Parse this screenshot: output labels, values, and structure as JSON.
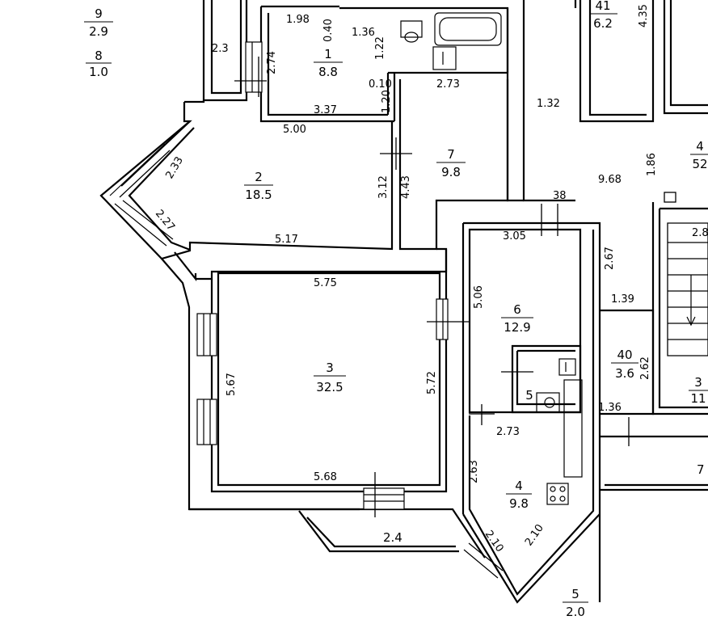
{
  "rooms": [
    {
      "num": "1",
      "area": "8.8"
    },
    {
      "num": "2",
      "area": "18.5"
    },
    {
      "num": "3",
      "area": "32.5"
    },
    {
      "num": "4",
      "area": "9.8"
    },
    {
      "num": "5",
      "area": ""
    },
    {
      "num": "6",
      "area": "12.9"
    },
    {
      "num": "7",
      "area": "9.8"
    },
    {
      "num": "8",
      "area": "1.0"
    },
    {
      "num": "9",
      "area": "2.9"
    },
    {
      "num": "40",
      "area": "3.6"
    },
    {
      "num": "41",
      "area": "6.2"
    },
    {
      "num": "5",
      "area": "2.0"
    },
    {
      "num": "4",
      "area": "52"
    },
    {
      "num": "3",
      "area": "11"
    }
  ],
  "dims": {
    "r1_top": "1.98",
    "r1_right": "0.40",
    "r1_ws": "1.36",
    "r1_bottom": "3.37",
    "balc_left": "2.74",
    "balc_w": "2.3",
    "bath_a": "1.22",
    "bath_b": "0.10",
    "bath_c": "1.20",
    "bath_w": "2.73",
    "r2_top": "5.00",
    "r2_a": "2.33",
    "r2_b": "2.27",
    "r2_right": "3.12",
    "r2_bottom": "5.17",
    "r7_h": "4.43",
    "hall_top": "1.32",
    "hall_len": "9.68",
    "hall_h": "1.86",
    "hall_w": "38",
    "hall_v": "2.67",
    "r3_top": "5.75",
    "r3_left": "5.67",
    "r3_right": "5.72",
    "r3_bottom": "5.68",
    "r6_top": "3.05",
    "r6_left": "5.06",
    "r5_w": "2.73",
    "r4_left": "2.63",
    "r4_a": "2.10",
    "r4_b": "2.10",
    "r40_top": "1.39",
    "r40_h": "2.62",
    "r40_bottom": "1.36",
    "r41_side": "4.35",
    "balc2_w": "2.4",
    "right_a": "2.8",
    "right_b": "7"
  }
}
